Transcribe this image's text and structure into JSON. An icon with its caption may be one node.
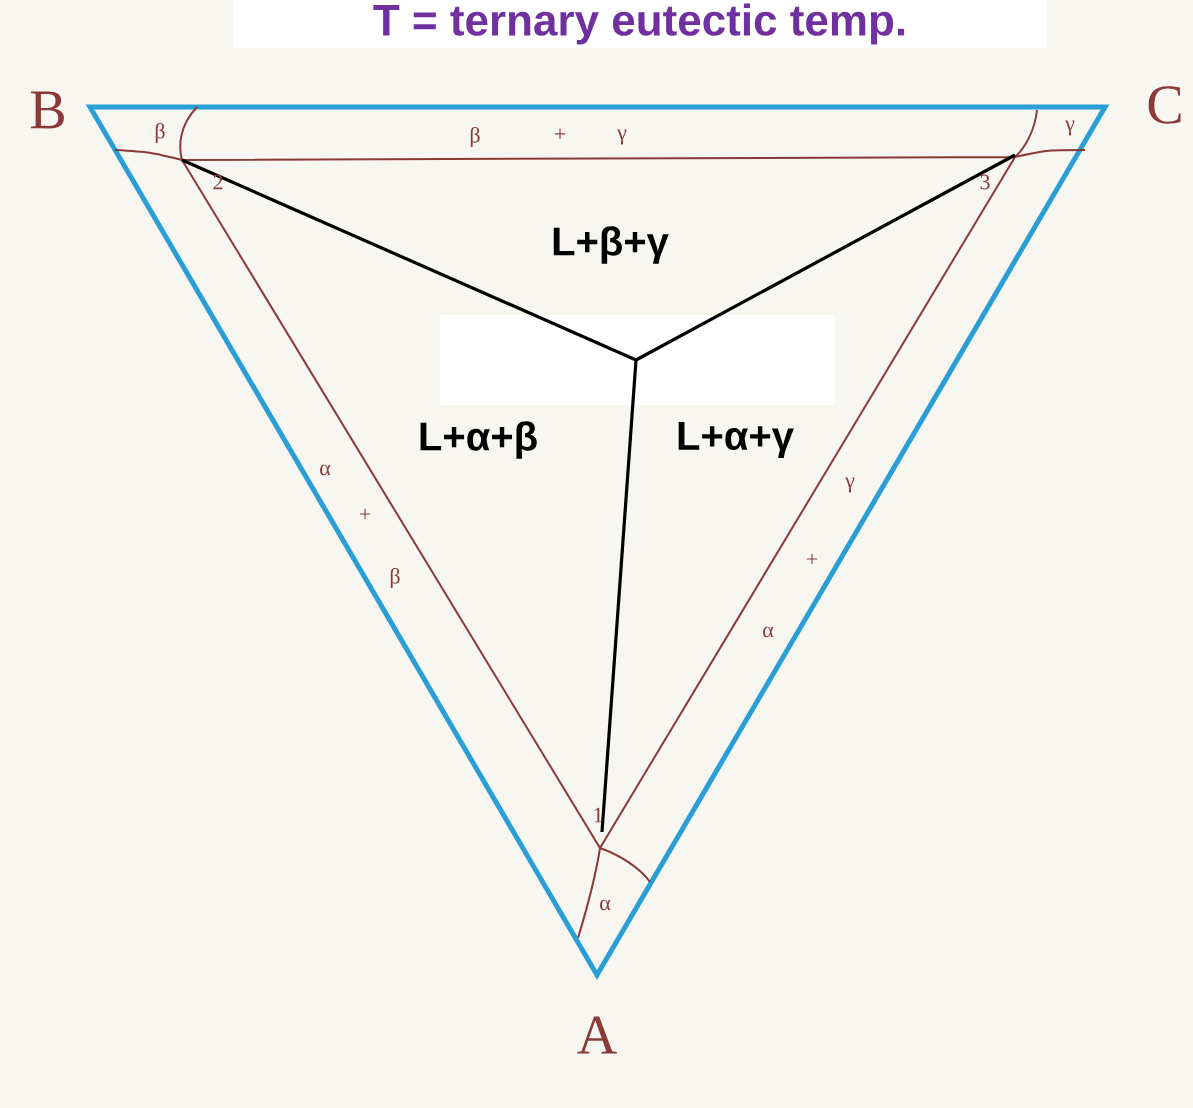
{
  "diagram": {
    "title": "T = ternary eutectic temp.",
    "labels": [
      "B",
      "C",
      "β",
      "β",
      "+",
      "γ",
      "γ",
      "2",
      "3",
      "L+β+γ",
      "L+α+β",
      "L+α+γ",
      "α",
      "+",
      "β",
      "γ",
      "+",
      "α",
      "1",
      "α",
      "A"
    ]
  }
}
